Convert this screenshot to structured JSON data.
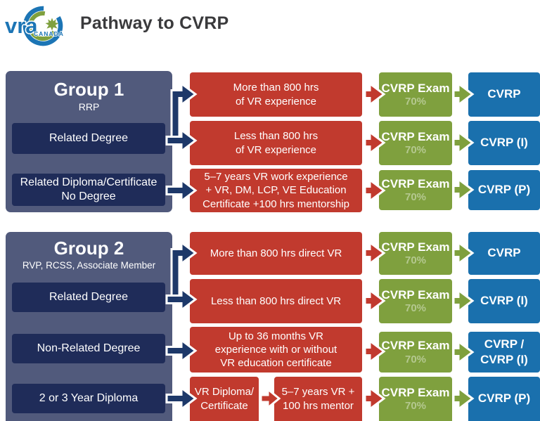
{
  "header": {
    "title": "Pathway to CVRP",
    "logo_text": "vra",
    "logo_subtext": "CANADA"
  },
  "colors": {
    "slate_group": "#515a7c",
    "navy_box": "#1f2c59",
    "red_box": "#c13a2e",
    "green_box": "#7fa03e",
    "blue_box": "#1a70ad",
    "arrow_navy": "#1d3869",
    "logo_blue": "#1c75b5",
    "logo_green": "#7fa03e",
    "title_text": "#3a3a3c"
  },
  "group1": {
    "title": "Group 1",
    "subtitle": "RRP",
    "source1": "Related Degree",
    "source2": "Related Diploma/Certificate\nNo Degree",
    "rows": [
      {
        "qualification": "More than 800 hrs\nof VR experience",
        "exam": "CVRP Exam",
        "pass_mark": "70%",
        "result": "CVRP"
      },
      {
        "qualification": "Less than 800 hrs\nof VR experience",
        "exam": "CVRP Exam",
        "pass_mark": "70%",
        "result": "CVRP (I)"
      },
      {
        "qualification": "5–7 years VR work experience\n+ VR, DM, LCP, VE Education\nCertificate +100 hrs mentorship",
        "exam": "CVRP Exam",
        "pass_mark": "70%",
        "result": "CVRP (P)"
      }
    ]
  },
  "group2": {
    "title": "Group 2",
    "subtitle": "RVP, RCSS, Associate Member",
    "source1": "Related Degree",
    "source2": "Non-Related Degree",
    "source3": "2 or 3 Year Diploma",
    "rows": [
      {
        "qualification": "More than 800 hrs direct VR",
        "exam": "CVRP Exam",
        "pass_mark": "70%",
        "result": "CVRP"
      },
      {
        "qualification": "Less than 800 hrs direct VR",
        "exam": "CVRP Exam",
        "pass_mark": "70%",
        "result": "CVRP (I)"
      },
      {
        "qualification": "Up to 36 months VR\nexperience with or without\nVR education certificate",
        "exam": "CVRP Exam",
        "pass_mark": "70%",
        "result": "CVRP /\nCVRP (I)"
      },
      {
        "qualification_step1": "VR Diploma/\nCertificate",
        "qualification_step2": "5–7 years VR +\n100 hrs mentor",
        "exam": "CVRP Exam",
        "pass_mark": "70%",
        "result": "CVRP (P)"
      }
    ]
  }
}
